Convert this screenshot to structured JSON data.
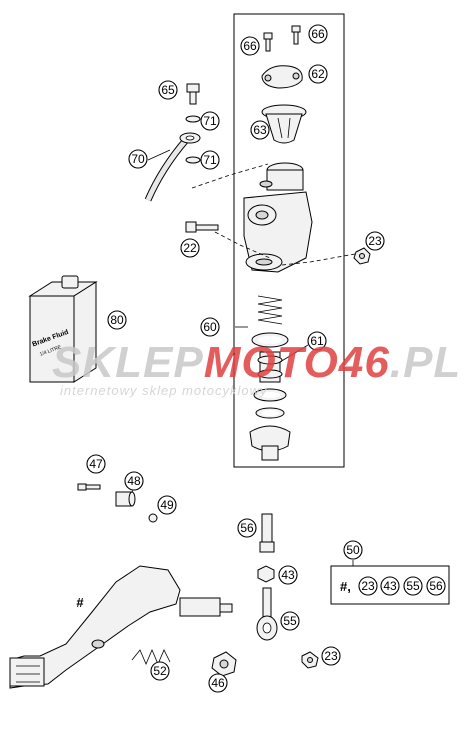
{
  "callouts": {
    "c66a": "66",
    "c66b": "66",
    "c62": "62",
    "c65": "65",
    "c71a": "71",
    "c71b": "71",
    "c63": "63",
    "c70": "70",
    "c22": "22",
    "c23a": "23",
    "c80": "80",
    "c60": "60",
    "c61": "61",
    "c47": "47",
    "c48": "48",
    "c49": "49",
    "c56": "56",
    "c50": "50",
    "c43": "43",
    "c55": "55",
    "c52": "52",
    "c46": "46",
    "c23b": "23"
  },
  "kit_box": {
    "hash": "#,",
    "items": [
      "23",
      "43",
      "55",
      "56"
    ]
  },
  "pedal_label": "#",
  "fluid_label_line1": "Brake Fluid",
  "fluid_label_line2": "1/4 LITRE",
  "watermark": {
    "part1": "SKLEP",
    "part2": "MOTO",
    "part3": "46",
    "part4": ".PL",
    "subtitle": "internetowy sklep motocyklowy"
  },
  "colors": {
    "watermark_gray": "#c8c8c8",
    "watermark_red": "#e04040"
  }
}
